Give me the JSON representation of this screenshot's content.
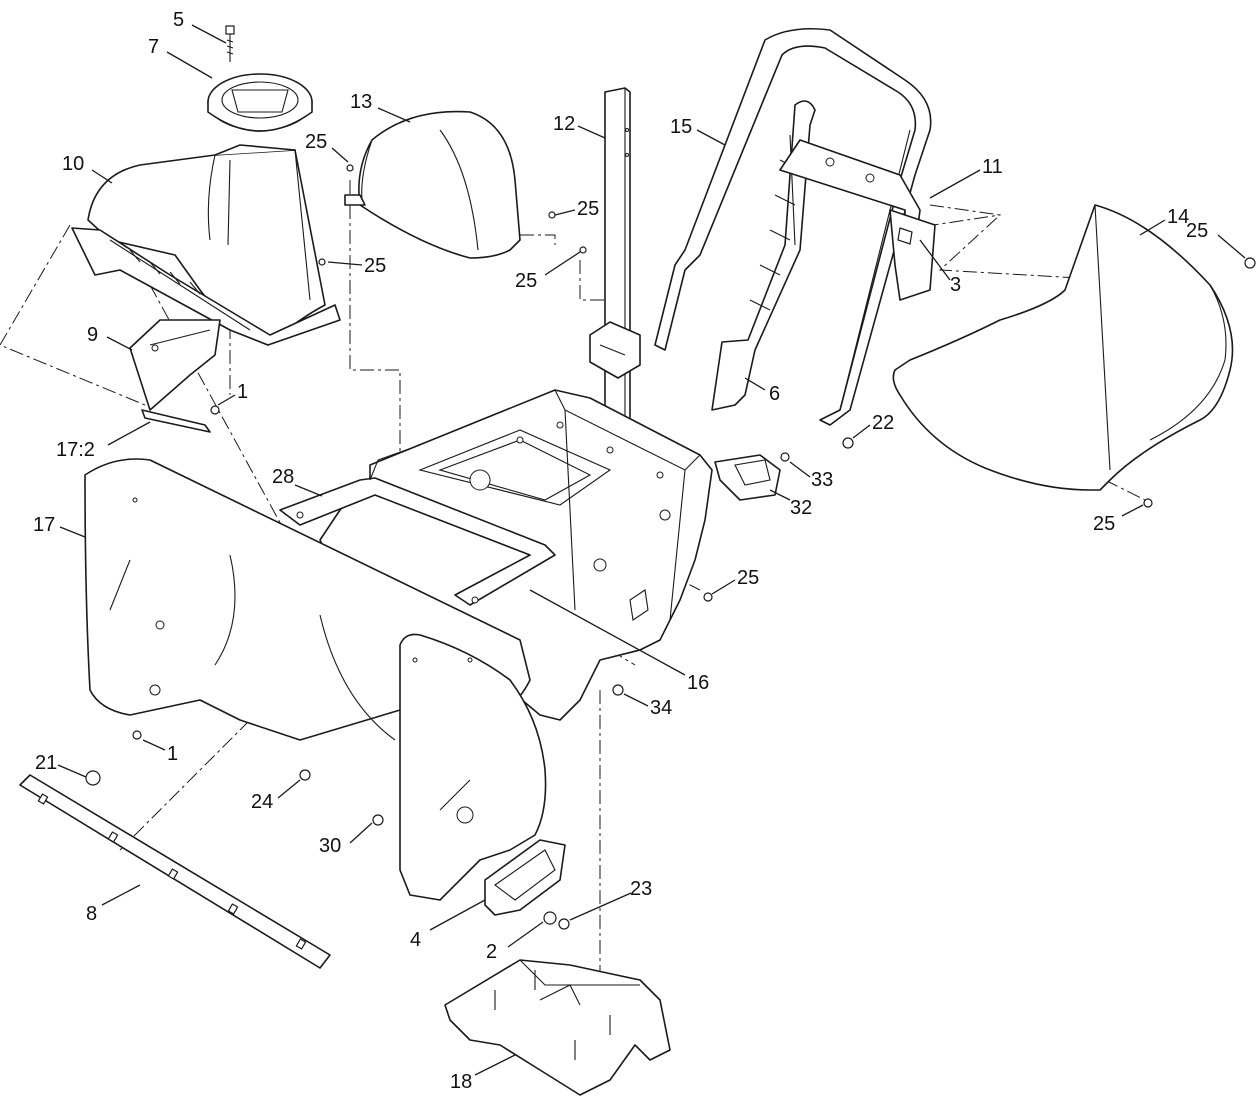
{
  "callouts": {
    "c1a": "1",
    "c1b": "1",
    "c2": "2",
    "c3": "3",
    "c4": "4",
    "c5": "5",
    "c6": "6",
    "c7": "7",
    "c8": "8",
    "c9": "9",
    "c10": "10",
    "c11": "11",
    "c12": "12",
    "c13": "13",
    "c14": "14",
    "c15": "15",
    "c16": "16",
    "c17": "17",
    "c17_2": "17:2",
    "c18": "18",
    "c21": "21",
    "c22": "22",
    "c23": "23",
    "c24": "24",
    "c25a": "25",
    "c25b": "25",
    "c25c": "25",
    "c25d": "25",
    "c25e": "25",
    "c25f": "25",
    "c25g": "25",
    "c28": "28",
    "c30": "30",
    "c32": "32",
    "c33": "33",
    "c34": "34"
  }
}
